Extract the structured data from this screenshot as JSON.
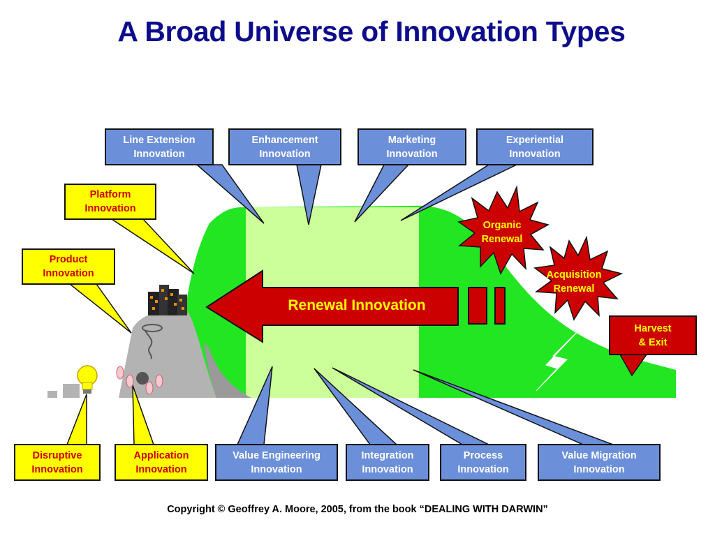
{
  "title": "A Broad Universe of Innovation Types",
  "top_boxes": [
    {
      "label": "Line Extension\nInnovation"
    },
    {
      "label": "Enhancement\nInnovation"
    },
    {
      "label": "Marketing\nInnovation"
    },
    {
      "label": "Experiential\nInnovation"
    }
  ],
  "left_boxes": [
    {
      "label": "Platform\nInnovation"
    },
    {
      "label": "Product\nInnovation"
    }
  ],
  "bottom_left_boxes": [
    {
      "label": "Disruptive\nInnovation"
    },
    {
      "label": "Application\nInnovation"
    }
  ],
  "bottom_boxes": [
    {
      "label": "Value Engineering\nInnovation"
    },
    {
      "label": "Integration\nInnovation"
    },
    {
      "label": "Process\nInnovation"
    },
    {
      "label": "Value Migration\nInnovation"
    }
  ],
  "renewal_arrow": "Renewal Innovation",
  "starbursts": [
    {
      "label": "Organic\nRenewal"
    },
    {
      "label": "Acquisition\nRenewal"
    }
  ],
  "harvest": "Harvest\n& Exit",
  "copyright": "Copyright © Geoffrey A. Moore, 2005, from the book “DEALING WITH DARWIN”",
  "colors": {
    "title": "#0d0d8c",
    "callout_blue": "#6b8fd8",
    "callout_yellow": "#ffff00",
    "bright_green": "#22e622",
    "pale_green": "#ccff99",
    "hill_gray": "#b3b3b3",
    "arrow_red": "#cc0000"
  }
}
